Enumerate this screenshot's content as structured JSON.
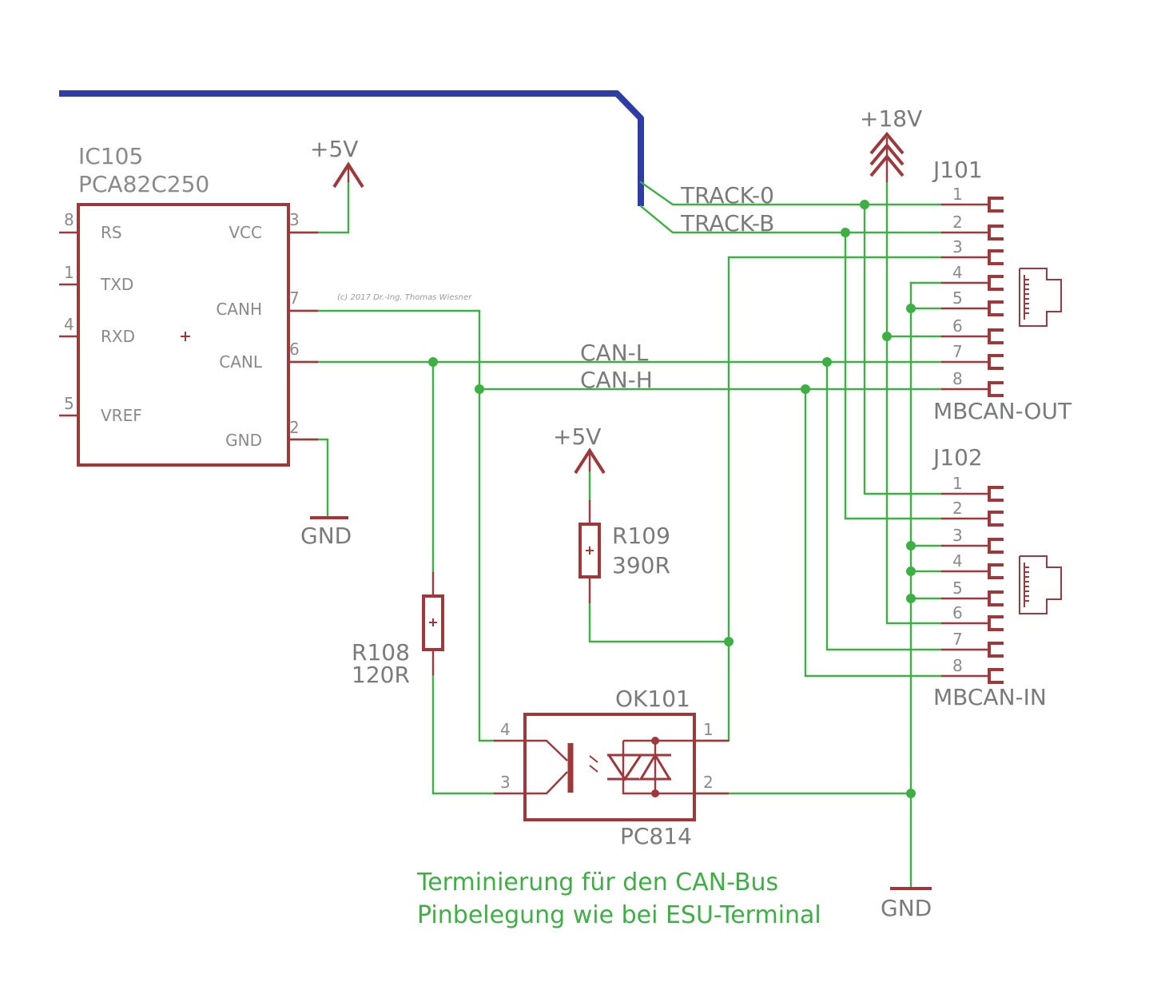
{
  "ic105": {
    "ref": "IC105",
    "value": "PCA82C250",
    "pins_left": [
      {
        "num": "8",
        "name": "RS"
      },
      {
        "num": "1",
        "name": "TXD"
      },
      {
        "num": "4",
        "name": "RXD"
      },
      {
        "num": "5",
        "name": "VREF"
      }
    ],
    "pins_right": [
      {
        "num": "3",
        "name": "VCC"
      },
      {
        "num": "7",
        "name": "CANH"
      },
      {
        "num": "6",
        "name": "CANL"
      },
      {
        "num": "2",
        "name": "GND"
      }
    ]
  },
  "power": {
    "vcc1": "+5V",
    "vcc2": "+5V",
    "v18": "+18V",
    "gnd1": "GND",
    "gnd2": "GND"
  },
  "nets": {
    "track0": "TRACK-0",
    "trackb": "TRACK-B",
    "canl": "CAN-L",
    "canh": "CAN-H"
  },
  "j101": {
    "ref": "J101",
    "value": "MBCAN-OUT",
    "pins": [
      "1",
      "2",
      "3",
      "4",
      "5",
      "6",
      "7",
      "8"
    ]
  },
  "j102": {
    "ref": "J102",
    "value": "MBCAN-IN",
    "pins": [
      "1",
      "2",
      "3",
      "4",
      "5",
      "6",
      "7",
      "8"
    ]
  },
  "r109": {
    "ref": "R109",
    "value": "390R"
  },
  "r108": {
    "ref": "R108",
    "value": "120R"
  },
  "ok101": {
    "ref": "OK101",
    "value": "PC814",
    "pin4": "4",
    "pin3": "3",
    "pin1": "1",
    "pin2": "2"
  },
  "copyright": "(c) 2017 Dr.-Ing. Thomas Wiesner",
  "notes": {
    "line1": "Terminierung für den CAN-Bus",
    "line2": "Pinbelegung wie bei ESU-Terminal"
  },
  "colors": {
    "wire": "#3cb043",
    "bus": "#2e3ca8",
    "part": "#a0373a",
    "label": "#7a7a7a"
  }
}
